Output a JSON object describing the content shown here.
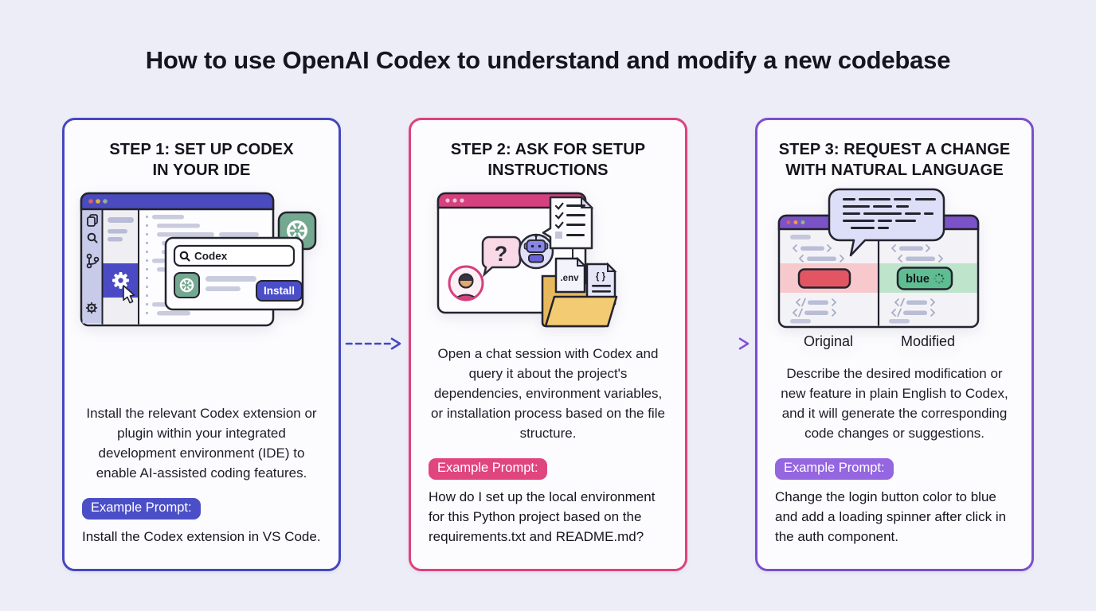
{
  "title": "How to use OpenAI Codex to understand and modify a new codebase",
  "colors": {
    "background": "#EDEDF8",
    "card_background": "#FCFCFE",
    "step1_accent": "#4547BF",
    "step2_accent": "#DE417D",
    "step3_accent": "#7C4FC9",
    "badge1": "#4B4FC7",
    "badge2": "#E0457E",
    "badge3": "#9466E0",
    "arrow1": "#4348BE",
    "arrow2_start": "#BC4A96",
    "arrow2_end": "#7F52D9"
  },
  "steps": [
    {
      "title_lines": [
        "STEP 1: SET UP CODEX",
        "IN YOUR IDE"
      ],
      "body": "Install the relevant Codex extension or plugin within your integrated development environment (IDE) to enable AI-assisted coding features.",
      "badge_label": "Example Prompt:",
      "example": "Install the Codex extension in VS Code.",
      "illustration": {
        "search_text": "Codex",
        "install_label": "Install"
      }
    },
    {
      "title_lines": [
        "STEP 2: ASK FOR SETUP",
        "INSTRUCTIONS"
      ],
      "body": "Open a chat session with Codex and query it about the project's dependencies, environment variables, or installation process based on the file structure.",
      "badge_label": "Example Prompt:",
      "example": "How do I set up the local environment for this Python project based on the requirements.txt and README.md?",
      "illustration": {
        "env_file_label": ".env",
        "braces_file_label": "{ }"
      }
    },
    {
      "title_lines": [
        "STEP 3: REQUEST A CHANGE",
        "WITH NATURAL LANGUAGE"
      ],
      "body": "Describe the desired modification or new feature in plain English to Codex, and it will generate the corresponding code changes or suggestions.",
      "badge_label": "Example Prompt:",
      "example": "Change the login button color to blue and add a loading spinner after click in the auth component.",
      "illustration": {
        "diff_button_label": "blue",
        "left_label": "Original",
        "right_label": "Modified"
      }
    }
  ]
}
